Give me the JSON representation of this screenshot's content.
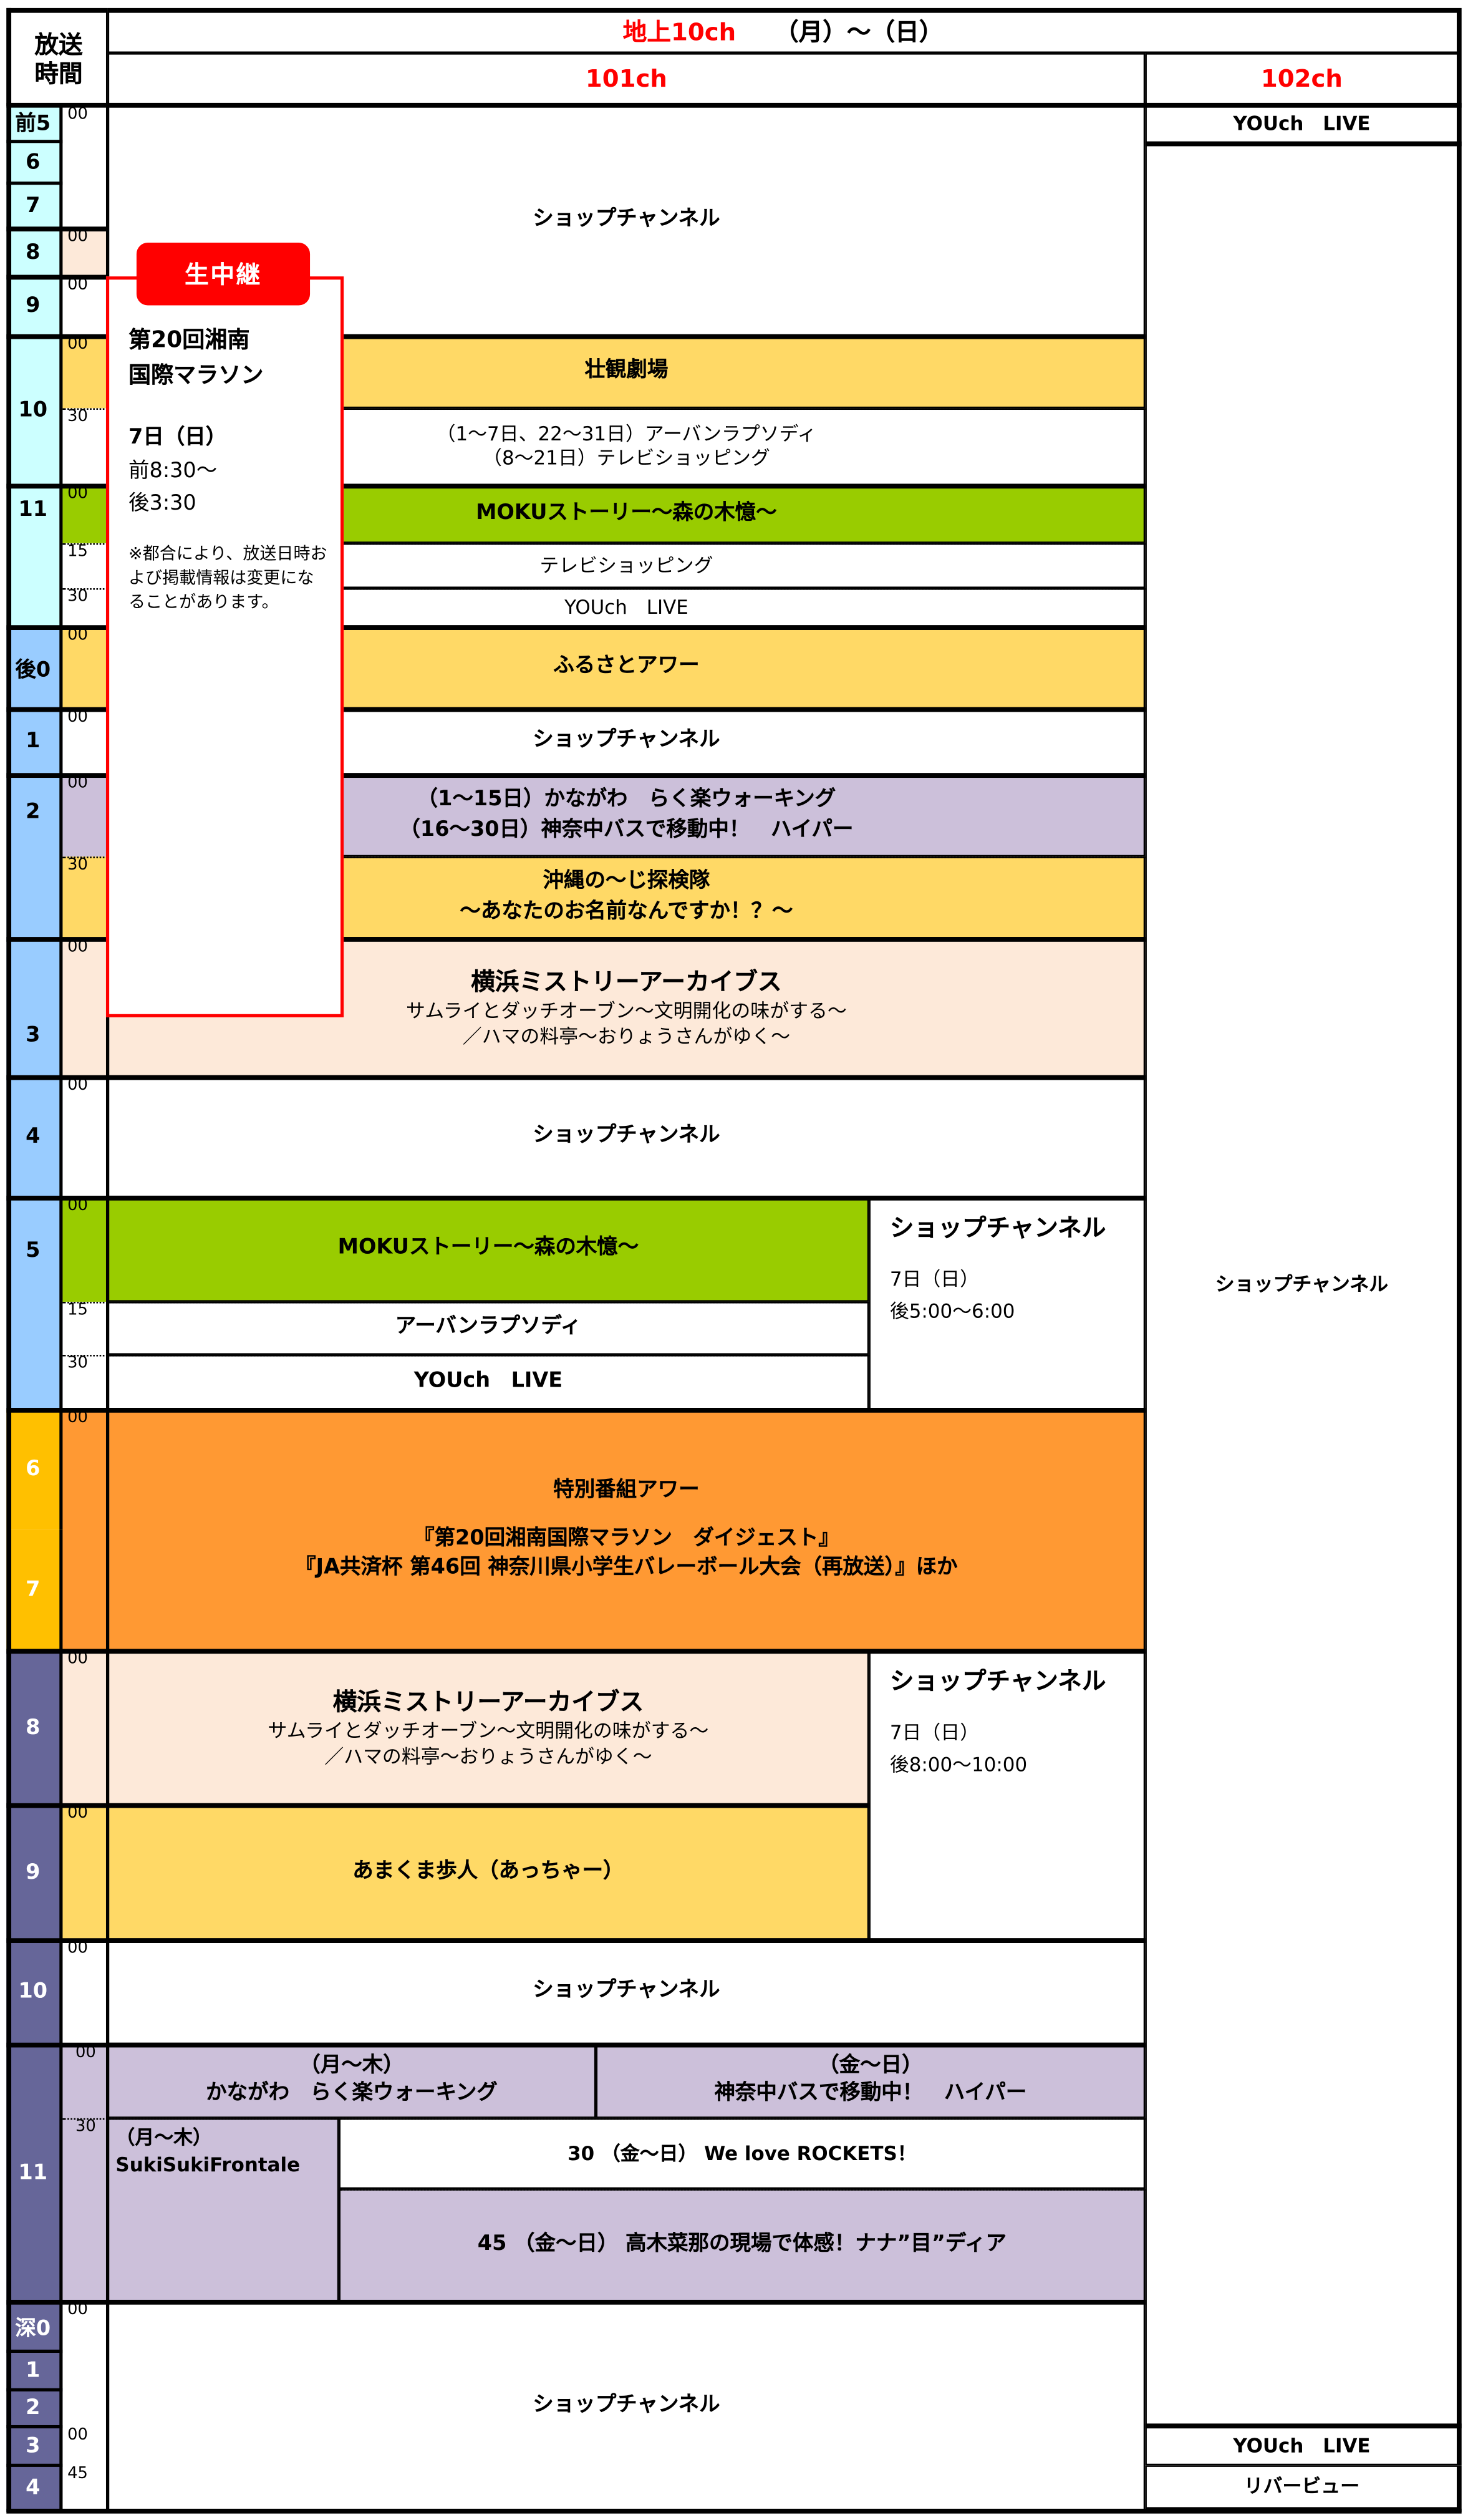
{
  "header": {
    "time_label_1": "放送",
    "time_label_2": "時間",
    "title": "地上10ch",
    "days": "（月）〜（日）",
    "ch101": "101ch",
    "ch102": "102ch"
  },
  "hours": [
    "前5",
    "6",
    "7",
    "8",
    "9",
    "10",
    "11",
    "後0",
    "1",
    "2",
    "3",
    "4",
    "5",
    "6",
    "7",
    "8",
    "9",
    "10",
    "11",
    "深0",
    "1",
    "2",
    "3",
    "4"
  ],
  "minutes": [
    "00",
    "00",
    "00",
    "00",
    "30",
    "00",
    "15",
    "30",
    "00",
    "00",
    "00",
    "30",
    "00",
    "00",
    "00",
    "15",
    "30",
    "00",
    "00",
    "00",
    "00",
    "00",
    "30",
    "00",
    "00",
    "45"
  ],
  "ch101": {
    "p1": "ショップチャンネル",
    "p2": "壮観劇場",
    "p3": [
      "（1〜7日、22〜31日）アーバンラプソディ",
      "（8〜21日）テレビショッピング"
    ],
    "p4": "MOKUストーリー〜森の木憶〜",
    "p5": "テレビショッピング",
    "p6": "YOUch　LIVE",
    "p7": "ふるさとアワー",
    "p8": "ショップチャンネル",
    "p9": [
      "（1〜15日）かながわ　らく楽ウォーキング",
      "（16〜30日）神奈中バスで移動中！　ハイパー"
    ],
    "p10": [
      "沖縄の〜じ探検隊",
      "〜あなたのお名前なんですか！？〜"
    ],
    "p11": [
      "横浜ミストリーアーカイブス",
      "サムライとダッチオーブン〜文明開化の味がする〜",
      "／ハマの料亭〜おりょうさんがゆく〜"
    ],
    "p12": "ショップチャンネル",
    "p13": "MOKUストーリー〜森の木憶〜",
    "p14": "アーバンラプソディ",
    "p15": "YOUch　LIVE",
    "p16": [
      "ショップチャンネル",
      "7日（日）",
      "後5:00〜6:00"
    ],
    "p17": [
      "特別番組アワー",
      "『第20回湘南国際マラソン　ダイジェスト』",
      "『JA共済杯 第46回 神奈川県小学生バレーボール大会（再放送）』ほか"
    ],
    "p18": [
      "横浜ミストリーアーカイブス",
      "サムライとダッチオーブン〜文明開化の味がする〜",
      "／ハマの料亭〜おりょうさんがゆく〜"
    ],
    "p19": "あまくま歩人（あっちゃー）",
    "p20": [
      "ショップチャンネル",
      "7日（日）",
      "後8:00〜10:00"
    ],
    "p21": "ショップチャンネル",
    "p22": [
      "（月〜木）",
      "かながわ　らく楽ウォーキング"
    ],
    "p23": [
      "（金〜日）",
      "神奈中バスで移動中！　ハイパー"
    ],
    "p24": [
      "（月〜木）",
      "SukiSukiFrontale"
    ],
    "p25": "30 （金〜日） We love ROCKETS！",
    "p26": "45 （金〜日） 高木菜那の現場で体感！ナナ”目”ディア",
    "p27": "ショップチャンネル"
  },
  "ch102": [
    "YOUch　LIVE",
    "ショップチャンネル",
    "YOUch　LIVE",
    "リバービュー"
  ],
  "live_box": {
    "badge": "生中継",
    "title": [
      "第20回湘南",
      "国際マラソン"
    ],
    "date": "7日（日）",
    "start": "前8:30〜",
    "end": "後3:30",
    "note": "※都合により、放送日時および掲載情報は変更になることがあります。"
  },
  "colors": {
    "accent": "#ff0000",
    "cyan": "#ccffff",
    "blue": "#99ccff",
    "gold": "#ffc000",
    "slate": "#666699",
    "yellow": "#ffd966",
    "green": "#99cc00",
    "lavender": "#ccc0da",
    "peach": "#fde9d9",
    "orange": "#ff9933"
  }
}
